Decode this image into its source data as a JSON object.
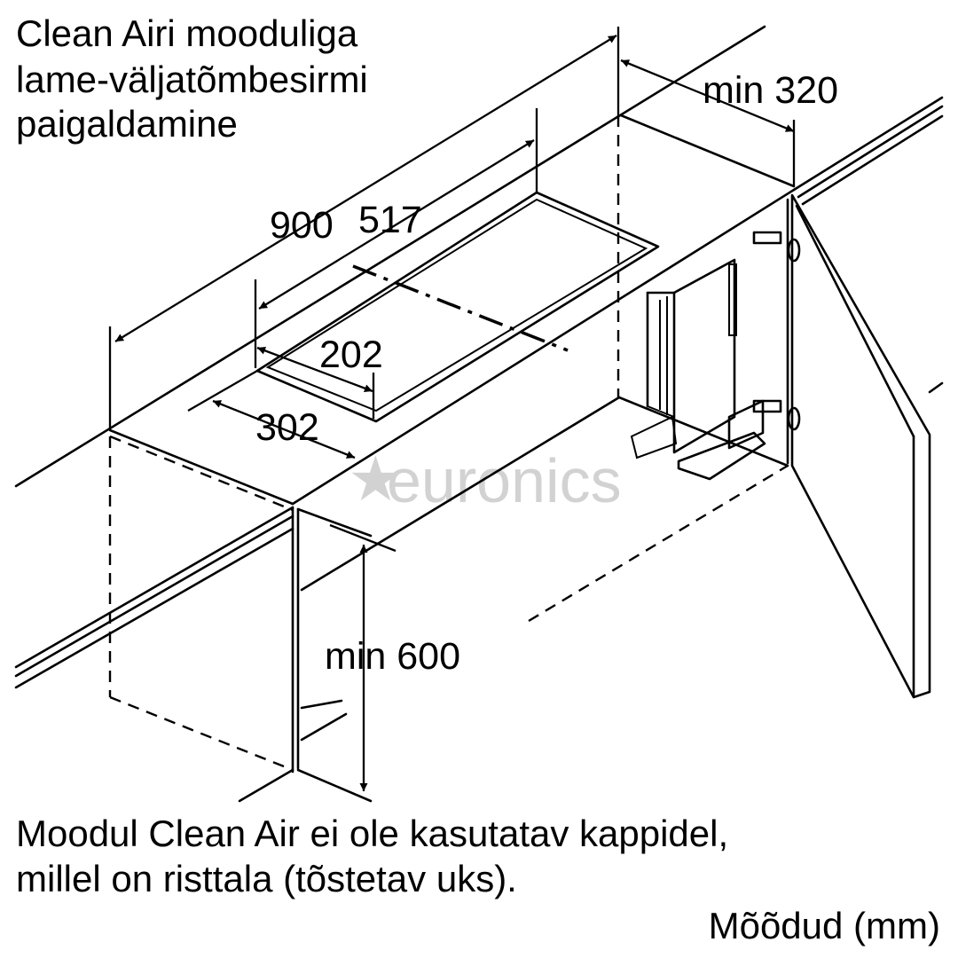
{
  "title": {
    "lines": [
      "Clean Airi mooduliga",
      "lame-väljatõmbesirmi",
      "paigaldamine"
    ]
  },
  "dimensions": {
    "d900": "900",
    "d517": "517",
    "d202": "202",
    "d302": "302",
    "min320": "min 320",
    "min600": "min 600"
  },
  "note": {
    "lines": [
      "Moodul Clean Air ei ole kasutatav kappidel,",
      "millel on risttala (tõstetav uks)."
    ]
  },
  "units_label": "Mõõdud (mm)",
  "watermark": {
    "text": "euronics",
    "icon": "star-icon",
    "color": "#d2d2d2"
  }
}
